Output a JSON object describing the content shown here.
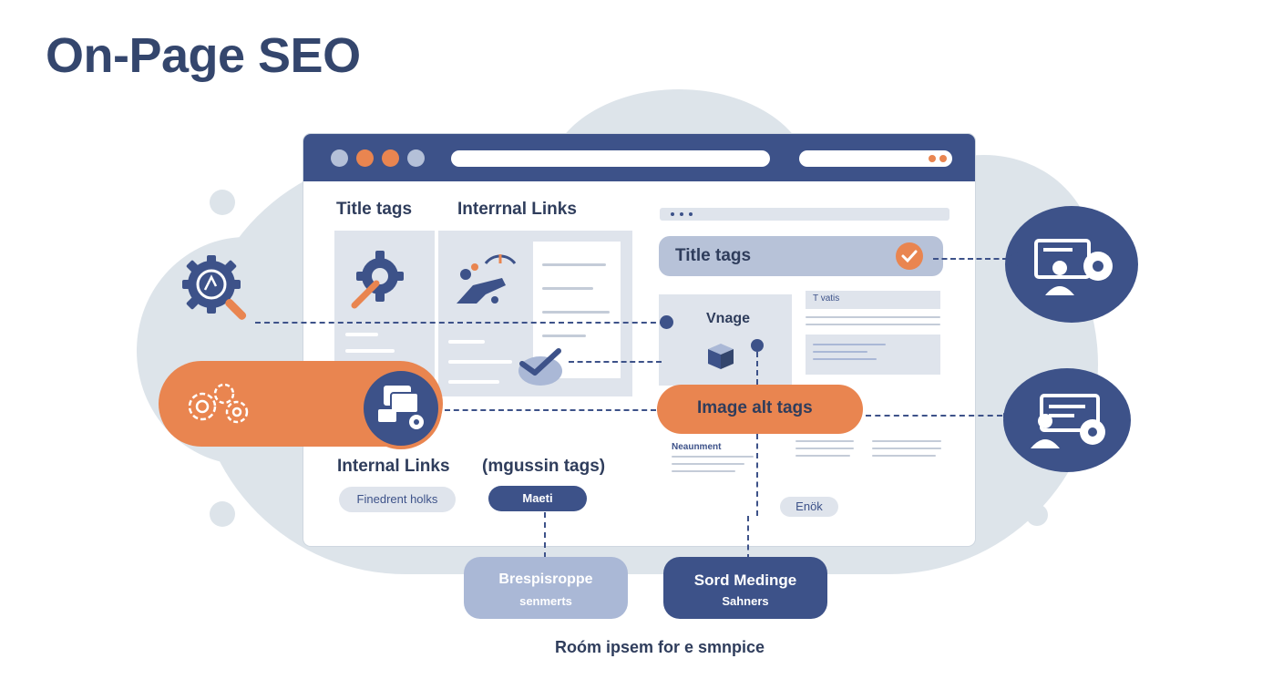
{
  "title": "On-Page SEO",
  "browser": {
    "label_title_tags": "Title tags",
    "label_internal_links_top": "Interrnal Links",
    "title_tags_bar": "Title tags",
    "vnage": "Vnage",
    "t_vatis": "T vatis",
    "image_alt_tags": "Image alt tags",
    "neaunment": "Neaunment",
    "internal_links_bottom": "Internal Links",
    "mgussin_tags": "(mgussin tags)",
    "pill_finedrent": "Finedrent holks",
    "pill_maeti": "Maeti",
    "pill_enok": "Enök"
  },
  "boxes": {
    "left_line1": "Brespisroppe",
    "left_line2": "senmerts",
    "right_line1": "Sord Medinge",
    "right_line2": "Sahners"
  },
  "caption": "Roóm  ipsem for e smnpice",
  "colors": {
    "navy": "#3d5289",
    "orange": "#e98550",
    "cloud": "#dde4ea",
    "light_blue": "#aab8d6"
  }
}
